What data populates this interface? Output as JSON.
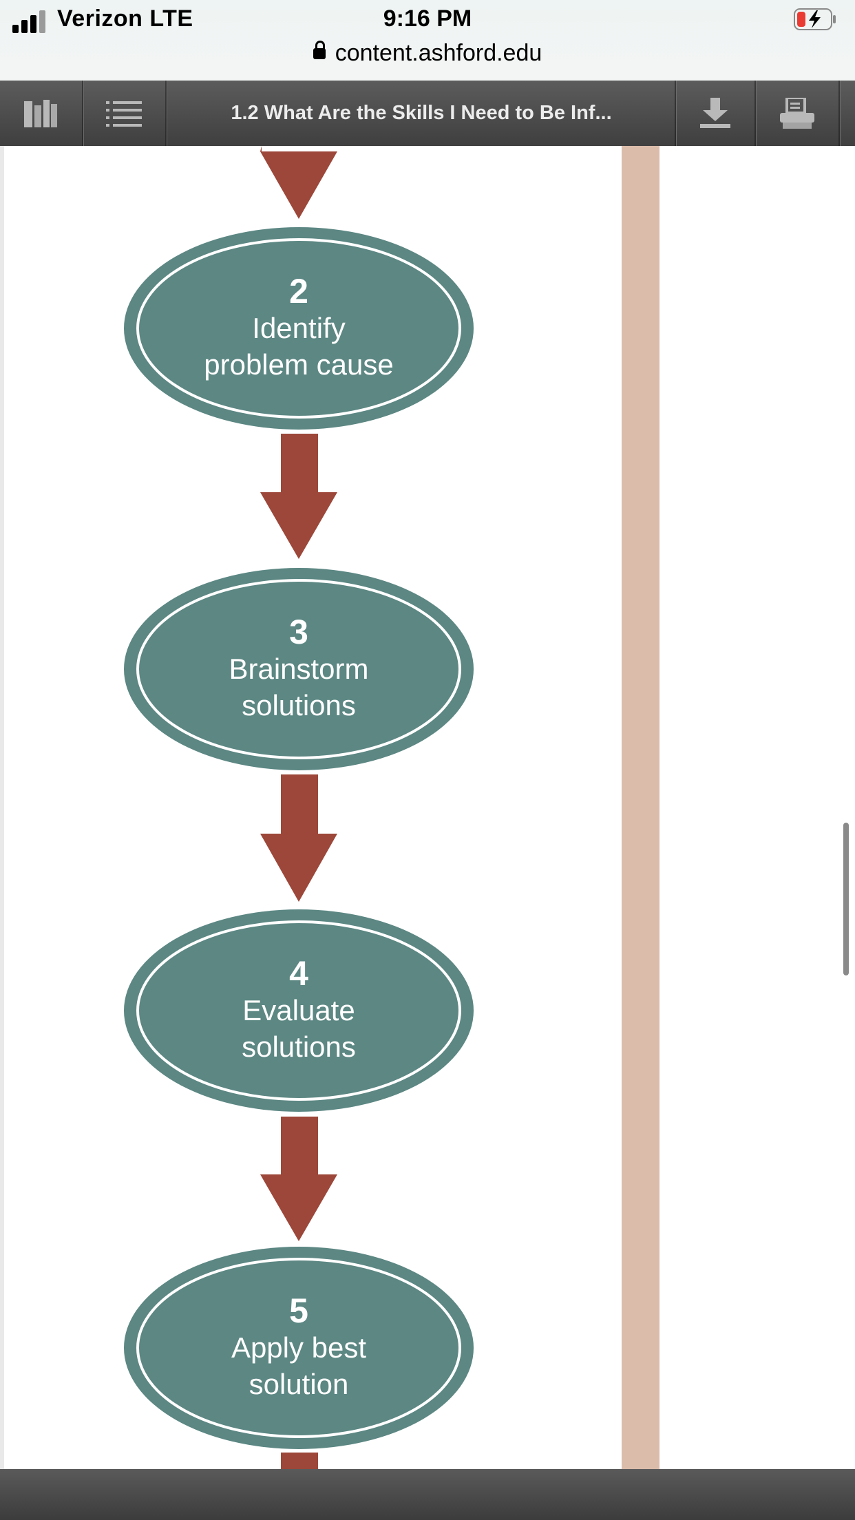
{
  "status_bar": {
    "carrier": "Verizon LTE",
    "time": "9:16 PM",
    "url": "content.ashford.edu"
  },
  "toolbar": {
    "title": "1.2 What Are the Skills I Need to Be Inf...",
    "icons": [
      "bookshelf-icon",
      "list-icon",
      "download-icon",
      "print-icon"
    ]
  },
  "flowchart": {
    "steps": [
      {
        "number": "2",
        "label": "Identify\nproblem cause"
      },
      {
        "number": "3",
        "label": "Brainstorm\nsolutions"
      },
      {
        "number": "4",
        "label": "Evaluate\nsolutions"
      },
      {
        "number": "5",
        "label": "Apply best\nsolution"
      }
    ]
  },
  "colors": {
    "node_fill": "#5c8783",
    "arrow": "#9c4739",
    "side_bar": "#dbbcab",
    "toolbar": "#4a4a4a"
  }
}
